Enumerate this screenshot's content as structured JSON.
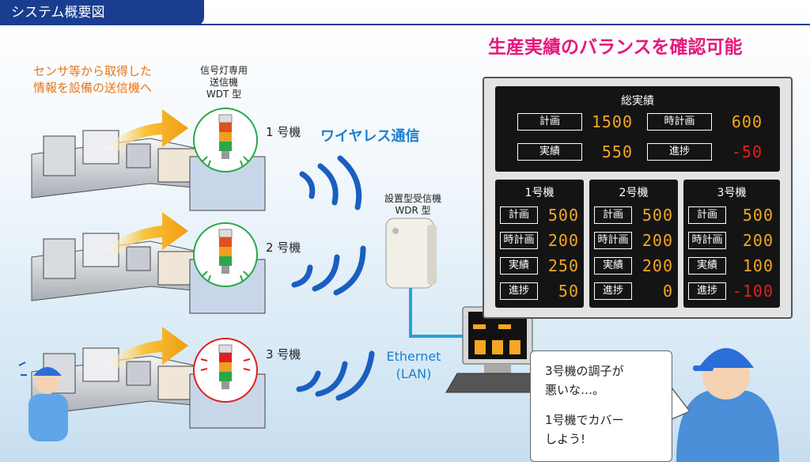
{
  "header": {
    "title": "システム概要図"
  },
  "headline": "生産実績のバランスを確認可能",
  "sensor_note": [
    "センサ等から取得した",
    "情報を設備の送信機へ"
  ],
  "transmitter": {
    "label": [
      "信号灯専用",
      "送信機",
      "WDT 型"
    ]
  },
  "receiver": {
    "label": [
      "設置型受信機",
      "WDR 型"
    ]
  },
  "wireless_label": "ワイヤレス通信",
  "ethernet_label": [
    "Ethernet",
    "(LAN)"
  ],
  "machines": [
    {
      "name": "1 号機",
      "lamp_color": "#29a84a"
    },
    {
      "name": "2 号機",
      "lamp_color": "#29a84a"
    },
    {
      "name": "3 号機",
      "lamp_color": "#e02020"
    }
  ],
  "board": {
    "total": {
      "title": "総実績",
      "rows": [
        {
          "label": "計画",
          "value": "1500"
        },
        {
          "label": "時計画",
          "value": "600"
        },
        {
          "label": "実績",
          "value": "550"
        },
        {
          "label": "進捗",
          "value": "-50",
          "negative": true
        }
      ]
    },
    "machines": [
      {
        "title": "1号機",
        "rows": [
          {
            "label": "計画",
            "value": "500"
          },
          {
            "label": "時計画",
            "value": "200"
          },
          {
            "label": "実績",
            "value": "250"
          },
          {
            "label": "進捗",
            "value": "50"
          }
        ]
      },
      {
        "title": "2号機",
        "rows": [
          {
            "label": "計画",
            "value": "500"
          },
          {
            "label": "時計画",
            "value": "200"
          },
          {
            "label": "実績",
            "value": "200"
          },
          {
            "label": "進捗",
            "value": "0"
          }
        ]
      },
      {
        "title": "3号機",
        "rows": [
          {
            "label": "計画",
            "value": "500"
          },
          {
            "label": "時計画",
            "value": "200"
          },
          {
            "label": "実績",
            "value": "100"
          },
          {
            "label": "進捗",
            "value": "-100",
            "negative": true
          }
        ]
      }
    ]
  },
  "speech": [
    "3号機の調子が",
    "悪いな…。",
    "1号機でカバー",
    "しよう!"
  ]
}
